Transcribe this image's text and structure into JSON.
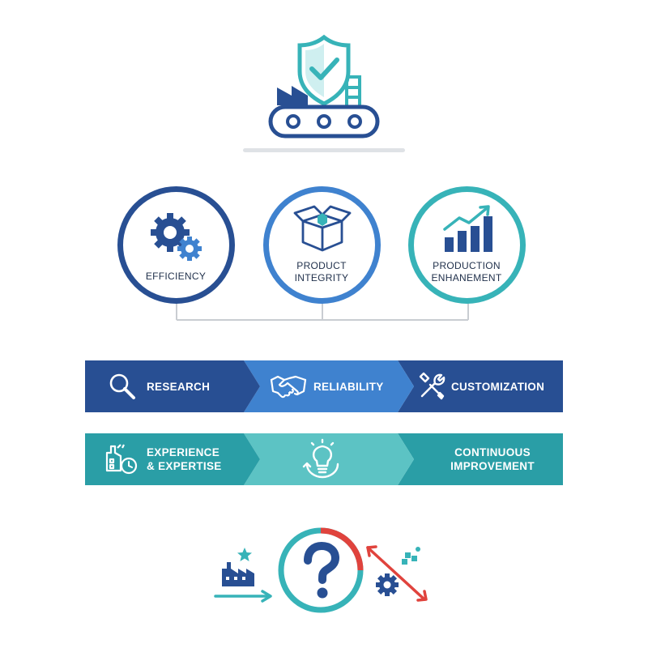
{
  "colors": {
    "navy": "#284f93",
    "blue": "#3f82cf",
    "teal": "#37b3b8",
    "teal_dark": "#2a9ea6",
    "red": "#e0433d",
    "grey": "#c9cdd2"
  },
  "header": {
    "icon": "shield-check-conveyor-icon"
  },
  "circles": [
    {
      "label_line1": "EFFICIENCY",
      "label_line2": "",
      "icon": "gears-icon"
    },
    {
      "label_line1": "PRODUCT",
      "label_line2": "INTEGRITY",
      "icon": "open-box-icon"
    },
    {
      "label_line1": "PRODUCTION",
      "label_line2": "ENHANEMENT",
      "icon": "bar-chart-up-icon"
    }
  ],
  "band1": [
    {
      "label": "RESEARCH",
      "icon": "magnifier-icon"
    },
    {
      "label": "RELIABILITY",
      "icon": "handshake-icon"
    },
    {
      "label": "CUSTOMIZATION",
      "icon": "tools-icon"
    }
  ],
  "band2": [
    {
      "label_line1": "EXPERIENCE",
      "label_line2": "& EXPERTISE",
      "icon": "factory-clock-icon"
    },
    {
      "icon": "lightbulb-cycle-icon"
    },
    {
      "label_line1": "CONTINUOUS",
      "label_line2": "IMPROVEMENT"
    }
  ],
  "footer": {
    "center_icon": "question-mark-icon",
    "left_icon": "factory-star-icon",
    "right_icon": "gear-cross-arrows-icon"
  }
}
